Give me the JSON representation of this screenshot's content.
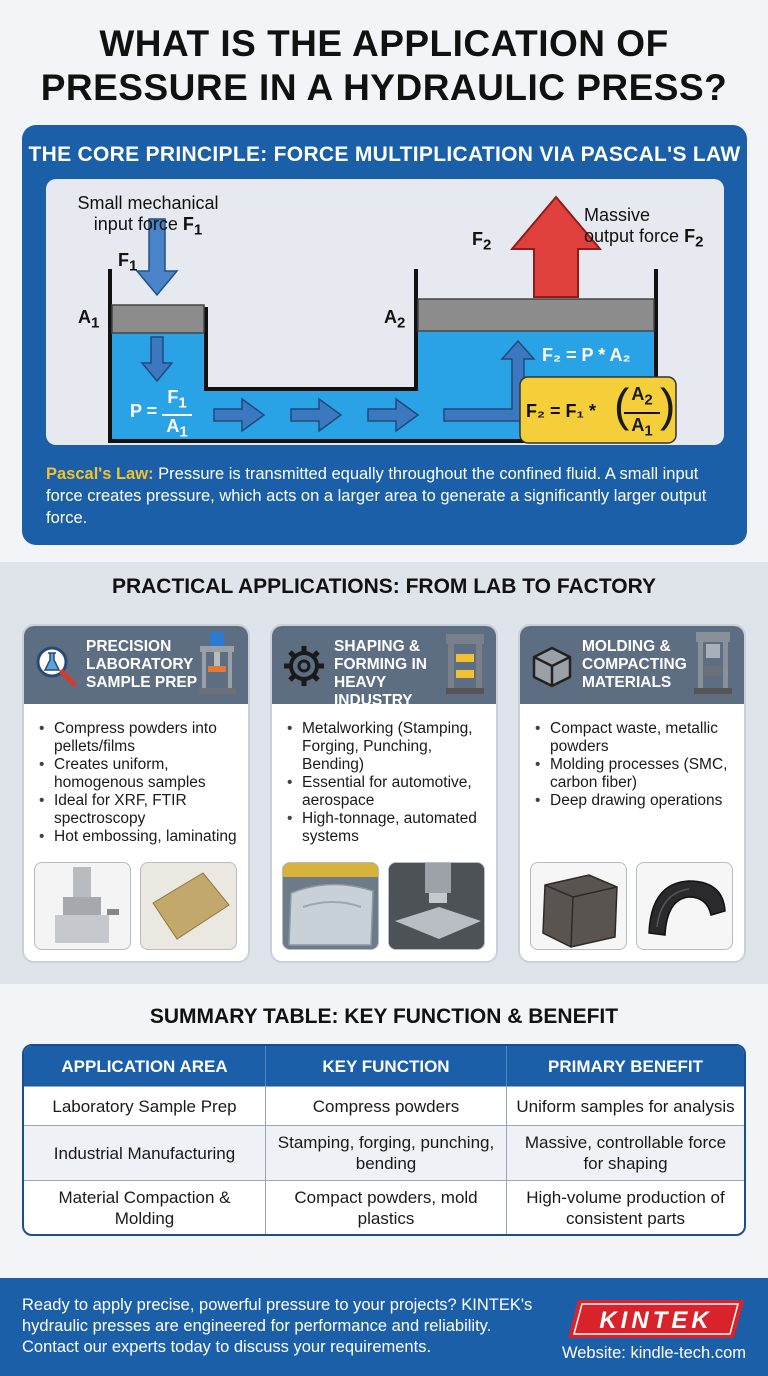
{
  "title": {
    "line1": "WHAT IS THE APPLICATION OF",
    "line2": "PRESSURE IN A HYDRAULIC PRESS?"
  },
  "principle": {
    "heading": "THE CORE PRINCIPLE: FORCE MULTIPLICATION VIA PASCAL'S LAW",
    "input_label_line1": "Small mechanical",
    "input_label_line2": "input force ",
    "output_label_line1": "Massive",
    "output_label_line2": "output force ",
    "f1": "F",
    "f2": "F",
    "a1": "A",
    "a2": "A",
    "sub1": "1",
    "sub2": "2",
    "pressure_eq": "P =",
    "f2_eq": "F₂ = P * A₂",
    "f2_formula": "F₂ = F₁ *",
    "pascal_label": "Pascal's Law:",
    "pascal_text": " Pressure is transmitted equally throughout the confined fluid. A small input force creates pressure, which acts on a larger area to generate a significantly larger output force.",
    "colors": {
      "panel": "#1a5fa8",
      "fluid": "#2aa3e6",
      "output_arrow": "#e0403c",
      "input_arrow": "#4a84c8",
      "formula_box": "#f5cf3a"
    }
  },
  "applications": {
    "heading": "PRACTICAL APPLICATIONS: FROM LAB TO FACTORY",
    "cards": [
      {
        "title": [
          "PRECISION",
          "LABORATORY",
          "SAMPLE PREP"
        ],
        "icon": "flask-magnifier-icon",
        "items": [
          "Compress powders into pellets/films",
          "Creates uniform, homogenous samples",
          "Ideal for XRF, FTIR spectroscopy",
          "Hot embossing, laminating"
        ]
      },
      {
        "title": [
          "SHAPING &",
          "FORMING IN",
          "HEAVY INDUSTRY"
        ],
        "icon": "gear-icon",
        "items": [
          "Metalworking (Stamping, Forging, Punching, Bending)",
          "Essential for automotive, aerospace",
          "High-tonnage, automated systems"
        ]
      },
      {
        "title": [
          "MOLDING &",
          "COMPACTING",
          "MATERIALS"
        ],
        "icon": "cube-icon",
        "items": [
          "Compact waste, metallic powders",
          "Molding processes (SMC, carbon fiber)",
          "Deep drawing operations"
        ]
      }
    ]
  },
  "summary": {
    "heading": "SUMMARY TABLE: KEY FUNCTION & BENEFIT",
    "headers": [
      "APPLICATION AREA",
      "KEY FUNCTION",
      "PRIMARY BENEFIT"
    ],
    "rows": [
      [
        "Laboratory Sample Prep",
        "Compress powders",
        "Uniform samples for analysis"
      ],
      [
        "Industrial Manufacturing",
        "Stamping, forging, punching, bending",
        "Massive, controllable force for shaping"
      ],
      [
        "Material Compaction & Molding",
        "Compact powders, mold plastics",
        "High-volume production of consistent parts"
      ]
    ]
  },
  "footer": {
    "text": "Ready to apply precise, powerful pressure to your projects? KINTEK's hydraulic presses are engineered for performance and reliability. Contact our experts today to discuss your requirements.",
    "logo": "KINTEK",
    "website": "Website: kindle-tech.com"
  }
}
